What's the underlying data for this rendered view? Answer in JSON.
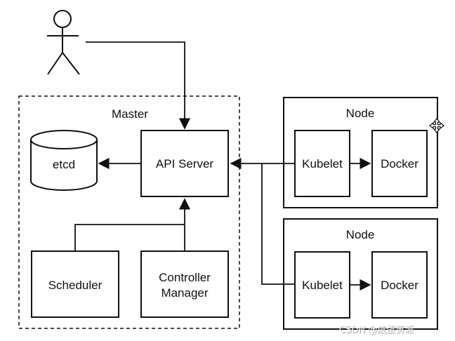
{
  "master": {
    "title": "Master"
  },
  "components": {
    "etcd": "etcd",
    "api_server": "API Server",
    "scheduler": "Scheduler",
    "controller_manager_line1": "Controller",
    "controller_manager_line2": "Manager"
  },
  "nodes": [
    {
      "title": "Node",
      "kubelet": "Kubelet",
      "docker": "Docker"
    },
    {
      "title": "Node",
      "kubelet": "Kubelet",
      "docker": "Docker"
    }
  ],
  "watermark": "CSDN @咸蛋黄派"
}
